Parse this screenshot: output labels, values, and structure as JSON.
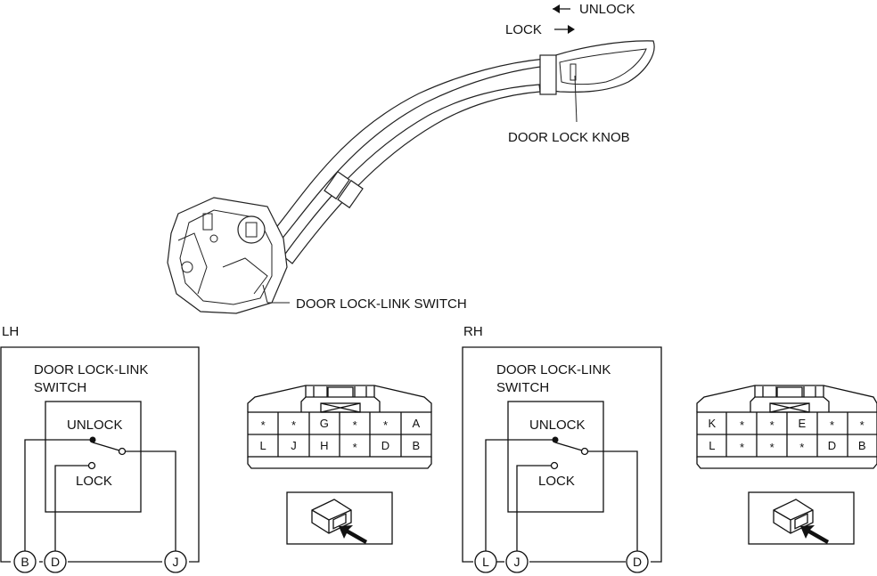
{
  "illustration": {
    "direction_unlock": "UNLOCK",
    "direction_lock": "LOCK",
    "callout_knob": "DOOR LOCK KNOB",
    "callout_switch": "DOOR LOCK-LINK SWITCH"
  },
  "lh": {
    "side_label": "LH",
    "switch_title_line1": "DOOR LOCK-LINK",
    "switch_title_line2": "SWITCH",
    "pos_unlock": "UNLOCK",
    "pos_lock": "LOCK",
    "terminals": {
      "unlock": "B",
      "lock": "D",
      "common": "J"
    },
    "connector": {
      "top_row": [
        "*",
        "*",
        "G",
        "*",
        "*",
        "A"
      ],
      "bottom_row": [
        "L",
        "J",
        "H",
        "*",
        "D",
        "B"
      ]
    }
  },
  "rh": {
    "side_label": "RH",
    "switch_title_line1": "DOOR LOCK-LINK",
    "switch_title_line2": "SWITCH",
    "pos_unlock": "UNLOCK",
    "pos_lock": "LOCK",
    "terminals": {
      "unlock": "L",
      "lock": "J",
      "common": "D"
    },
    "connector": {
      "top_row": [
        "K",
        "*",
        "*",
        "E",
        "*",
        "*"
      ],
      "bottom_row": [
        "L",
        "*",
        "*",
        "*",
        "D",
        "B"
      ]
    }
  }
}
